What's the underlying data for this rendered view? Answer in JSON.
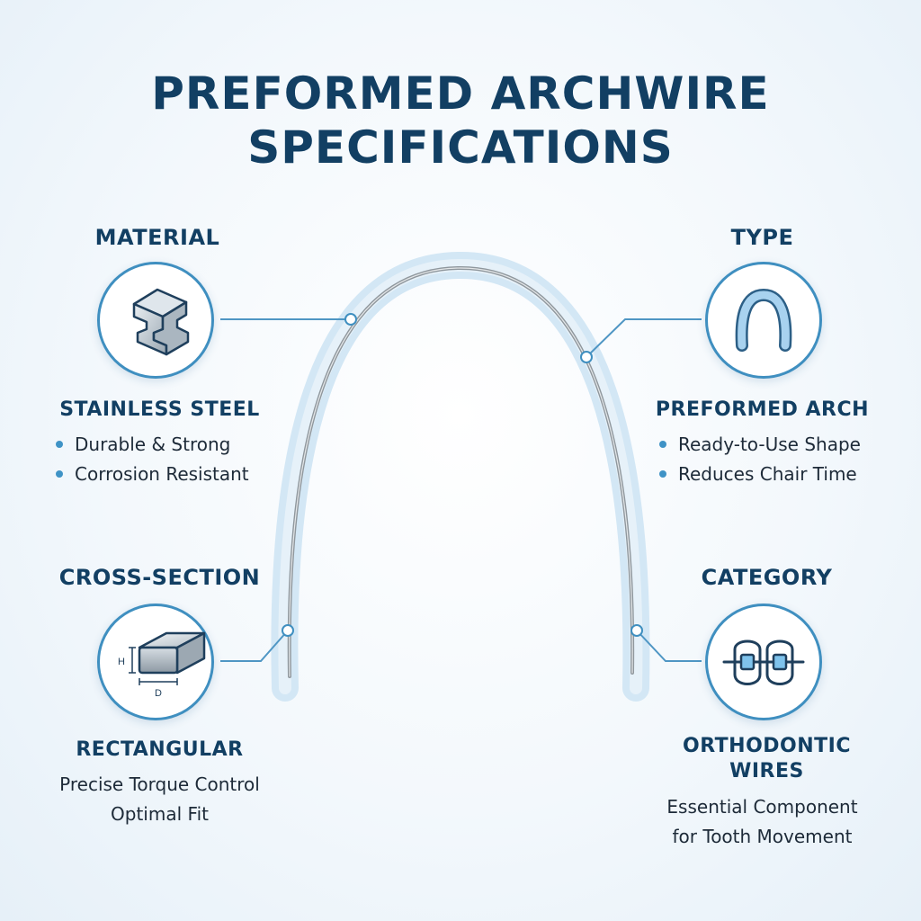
{
  "title": {
    "line1": "PREFORMED ARCHWIRE",
    "line2": "SPECIFICATIONS"
  },
  "colors": {
    "navy": "#123f63",
    "accent": "#3f8fc0",
    "bullet": "#3f93c6",
    "wire": "#9aa2a8",
    "glow": "#cfe4f3"
  },
  "sections": {
    "material": {
      "heading": "MATERIAL",
      "icon": "steel-beam-icon",
      "value": "STAINLESS STEEL",
      "bullets": [
        "Durable & Strong",
        "Corrosion Resistant"
      ]
    },
    "type": {
      "heading": "TYPE",
      "icon": "arch-shape-icon",
      "value": "PREFORMED ARCH",
      "bullets": [
        "Ready-to-Use Shape",
        "Reduces Chair Time"
      ]
    },
    "cross_section": {
      "heading": "CROSS-SECTION",
      "icon": "rectangular-bar-icon",
      "icon_labels": {
        "height": "H",
        "depth": "D"
      },
      "value": "RECTANGULAR",
      "lines": [
        "Precise Torque Control",
        "Optimal Fit"
      ]
    },
    "category": {
      "heading": "CATEGORY",
      "icon": "braces-teeth-icon",
      "value_line1": "ORTHODONTIC",
      "value_line2": "WIRES",
      "lines": [
        "Essential Component",
        "for Tooth Movement"
      ]
    }
  }
}
